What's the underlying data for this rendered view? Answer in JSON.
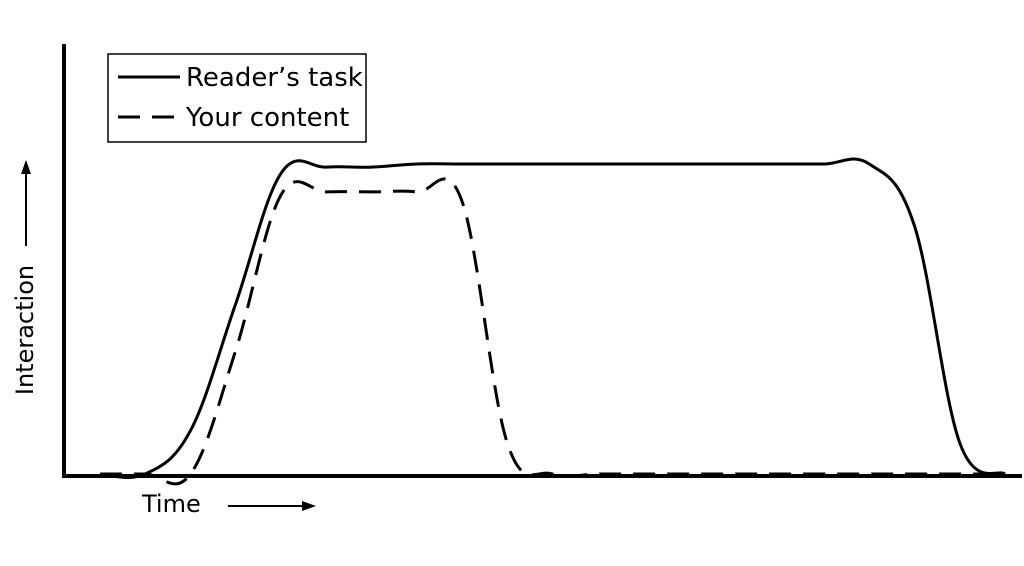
{
  "chart_data": {
    "type": "line",
    "title": "",
    "xlabel": "Time",
    "ylabel": "Interaction",
    "x": [
      0,
      5,
      10,
      15,
      20,
      25,
      30,
      35,
      40,
      45,
      50,
      55,
      60,
      65,
      70,
      75,
      80,
      85,
      90,
      95,
      100
    ],
    "xlim": [
      0,
      100
    ],
    "ylim": [
      0,
      100
    ],
    "grid": false,
    "legend_position": "top-left",
    "series": [
      {
        "name": "Reader’s task",
        "style": "solid",
        "color": "#000000",
        "values": [
          0,
          0,
          14,
          55,
          97,
          99,
          99,
          100,
          100,
          100,
          100,
          100,
          100,
          100,
          100,
          100,
          100,
          100,
          80,
          10,
          0
        ]
      },
      {
        "name": "Your content",
        "style": "dashed",
        "color": "#000000",
        "values": [
          0,
          0,
          0,
          40,
          90,
          91,
          91,
          91,
          88,
          10,
          0,
          0,
          0,
          0,
          0,
          0,
          0,
          0,
          0,
          0,
          0
        ]
      }
    ]
  }
}
